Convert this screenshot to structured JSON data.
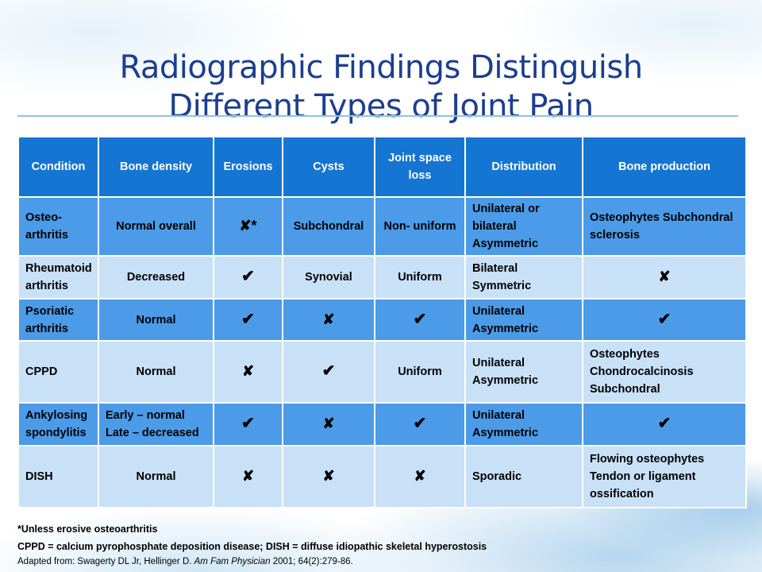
{
  "title": {
    "line1": "Radiographic Findings Distinguish",
    "line2": "Different Types of Joint Pain"
  },
  "table": {
    "headers": [
      "Condition",
      "Bone density",
      "Erosions",
      "Cysts",
      "Joint space loss",
      "Distribution",
      "Bone production"
    ],
    "rows": [
      {
        "condition": "Osteo- arthritis",
        "bone_density": "Normal overall",
        "erosions": "✘*",
        "cysts": "Subchondral",
        "joint_space_loss": "Non- uniform",
        "distribution": "Unilateral or bilateral Asymmetric",
        "bone_production": "Osteophytes Subchondral sclerosis"
      },
      {
        "condition": "Rheumatoid arthritis",
        "bone_density": "Decreased",
        "erosions": "✔",
        "cysts": "Synovial",
        "joint_space_loss": "Uniform",
        "distribution": "Bilateral Symmetric",
        "bone_production": "✘"
      },
      {
        "condition": "Psoriatic arthritis",
        "bone_density": "Normal",
        "erosions": "✔",
        "cysts": "✘",
        "joint_space_loss": "✔",
        "distribution": "Unilateral Asymmetric",
        "bone_production": "✔"
      },
      {
        "condition": "CPPD",
        "bone_density": "Normal",
        "erosions": "✘",
        "cysts": "✔",
        "joint_space_loss": "Uniform",
        "distribution": "Unilateral Asymmetric",
        "bone_production": "Osteophytes Chondrocalcinosis Subchondral"
      },
      {
        "condition": "Ankylosing spondylitis",
        "bone_density": "Early – normal Late – decreased",
        "erosions": "✔",
        "cysts": "✘",
        "joint_space_loss": "✔",
        "distribution": "Unilateral Asymmetric",
        "bone_production": "✔"
      },
      {
        "condition": "DISH",
        "bone_density": "Normal",
        "erosions": "✘",
        "cysts": "✘",
        "joint_space_loss": "✘",
        "distribution": "Sporadic",
        "bone_production": "Flowing osteophytes Tendon or ligament ossification"
      }
    ]
  },
  "footnotes": {
    "asterisk": "*Unless erosive osteoarthritis",
    "abbreviations": "CPPD = calcium pyrophosphate deposition disease; DISH = diffuse idiopathic skeletal hyperostosis",
    "source_prefix": "Adapted from: Swagerty DL Jr, Hellinger D. ",
    "source_journal": "Am Fam Physician",
    "source_suffix": " 2001; 64(2):279-86."
  },
  "colors": {
    "title": "#1b3e8f",
    "header_bg": "#1575d2",
    "row_dark": "#4b9be8",
    "row_light": "#c9e1f7"
  }
}
